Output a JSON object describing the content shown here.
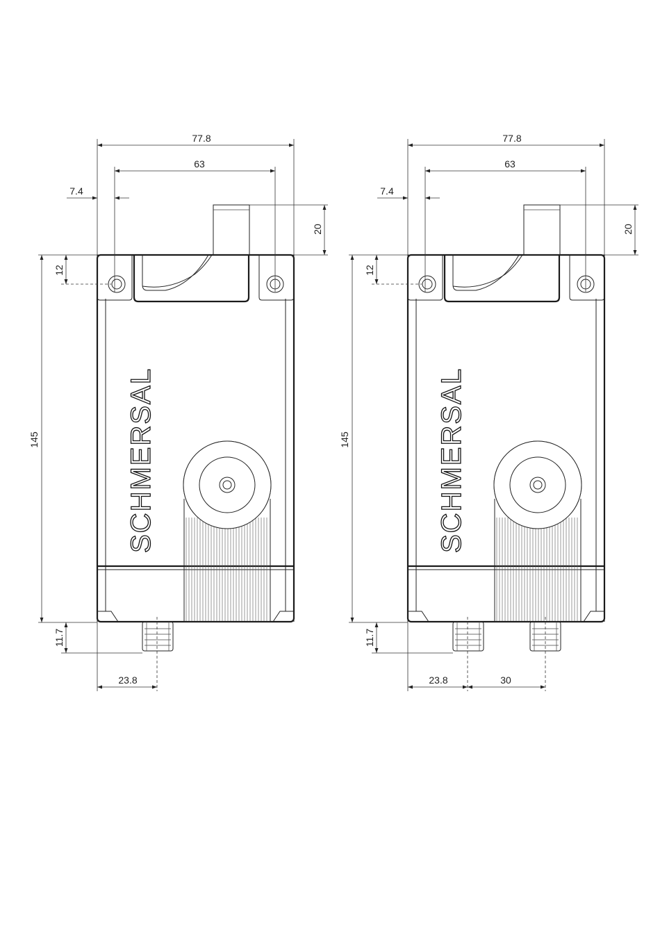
{
  "drawings": [
    {
      "logo": "SCHMERSAL",
      "dims": {
        "overall_width": "77.8",
        "hole_spacing": "63",
        "hole_offset": "7.4",
        "actuator_height": "20",
        "hole_from_top": "12",
        "height": "145",
        "connector_depth": "11.7",
        "connector_offset": "23.8"
      }
    },
    {
      "logo": "SCHMERSAL",
      "dims": {
        "overall_width": "77.8",
        "hole_spacing": "63",
        "hole_offset": "7.4",
        "actuator_height": "20",
        "hole_from_top": "12",
        "height": "145",
        "connector_depth": "11.7",
        "connector_offset": "23.8",
        "connector_spacing": "30"
      }
    }
  ]
}
